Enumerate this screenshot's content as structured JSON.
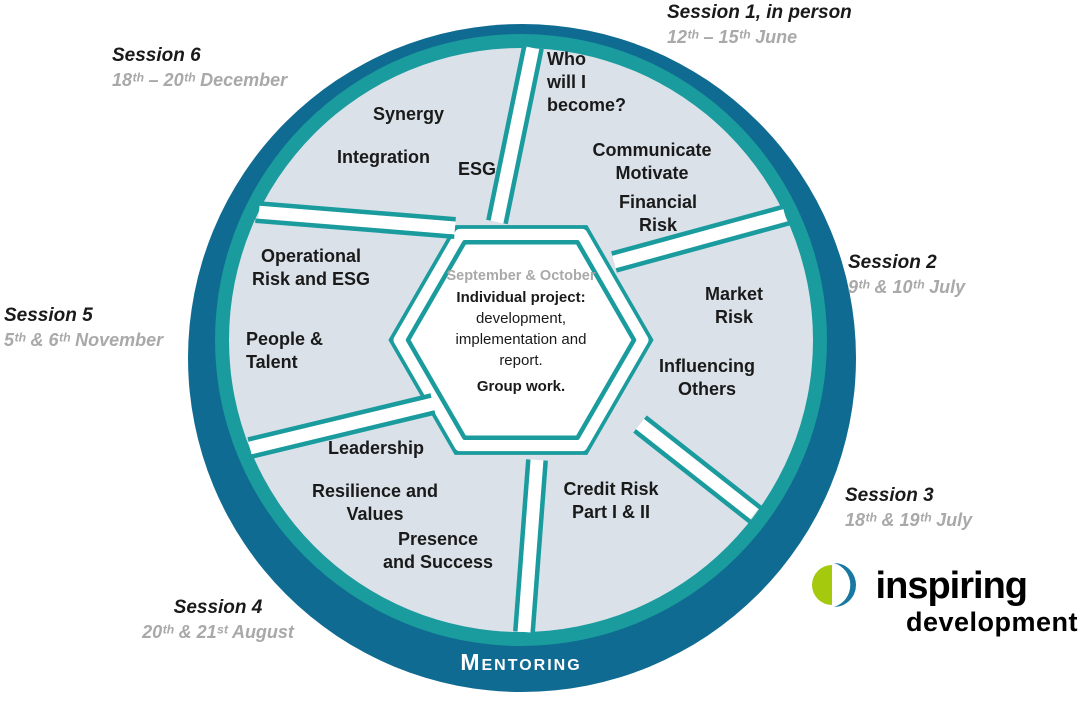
{
  "wheel": {
    "topics": {
      "synergy": "Synergy",
      "integration": "Integration",
      "esg": "ESG",
      "who": "Who\nwill I\nbecome?",
      "communicate": "Communicate\nMotivate",
      "financial": "Financial\nRisk",
      "market": "Market\nRisk",
      "influencing": "Influencing\nOthers",
      "credit": "Credit Risk\nPart I & II",
      "leadership": "Leadership",
      "resilience": "Resilience and\nValues",
      "presence": "Presence\nand Success",
      "operational": "Operational\nRisk and ESG",
      "people": "People &\nTalent"
    },
    "center_hexagon": {
      "period": "September & October",
      "project_title": "Individual project:",
      "project_body": "development,\nimplementation and\nreport.",
      "group": "Group work."
    },
    "mentoring_label": "Mentoring"
  },
  "sessions": [
    {
      "title": "Session 1, in person",
      "date": "12ᵗʰ – 15ᵗʰ June"
    },
    {
      "title": "Session 2",
      "date": "9ᵗʰ & 10ᵗʰ July"
    },
    {
      "title": "Session 3",
      "date": "18ᵗʰ & 19ᵗʰ July"
    },
    {
      "title": "Session 4",
      "date": "20ᵗʰ & 21ˢᵗ August"
    },
    {
      "title": "Session 5",
      "date": "5ᵗʰ & 6ᵗʰ November"
    },
    {
      "title": "Session 6",
      "date": "18ᵗʰ – 20ᵗʰ December"
    }
  ],
  "logo": {
    "word1": "inspiring",
    "word2": "development"
  },
  "colors": {
    "outer_ring": "#0f6b91",
    "teal": "#1a9b9d",
    "blade_fill": "#dae1e9",
    "date_gray": "#a9a9a9",
    "logo_green": "#a5c90c",
    "logo_blue": "#1878a2"
  }
}
